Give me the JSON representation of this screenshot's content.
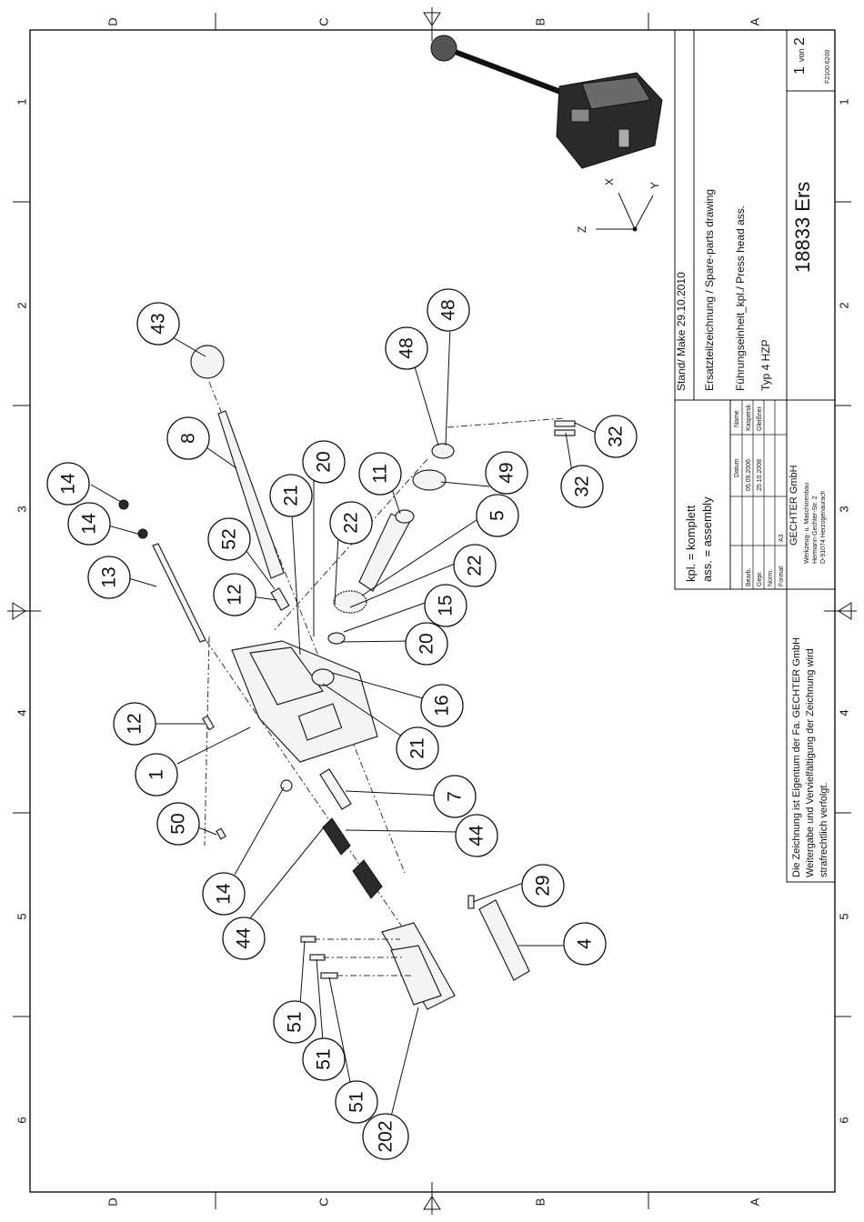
{
  "frame": {
    "zone_letters": [
      "D",
      "C",
      "B",
      "A"
    ],
    "zone_numbers": [
      "1",
      "2",
      "3",
      "4",
      "5",
      "6"
    ]
  },
  "balloons": [
    "43",
    "8",
    "48",
    "48",
    "32",
    "32",
    "49",
    "11",
    "5",
    "22",
    "15",
    "20",
    "16",
    "21",
    "22",
    "20",
    "21",
    "52",
    "12",
    "14",
    "14",
    "13",
    "12",
    "1",
    "50",
    "14",
    "44",
    "7",
    "44",
    "29",
    "4",
    "51",
    "51",
    "51",
    "202"
  ],
  "title_block": {
    "stand_make": "Stand/ Make  29.10.2010",
    "drawing_type": "Ersatzteilzeichnung / Spare-parts drawing",
    "designation": "Führungseinheit_kpl./ Press  head ass.",
    "type": "Typ 4 HZP",
    "drawing_number": "18833 Ers",
    "sheet": "1",
    "sheet_of": "von",
    "sheet_total": "2",
    "form_code": "F2100.6200",
    "legend_line1": "kpl. = komplett",
    "legend_line2": "ass. = assembly",
    "hdr_datum": "Datum",
    "hdr_name": "Name",
    "row1_label": "Bearb.",
    "row1_date": "05.09.2006",
    "row1_name": "Kaspersk",
    "row2_label": "Gepr.",
    "row2_date": "25.10.2008",
    "row2_name": "Gleißner",
    "row3_label": "Norm.",
    "row4_label": "Format",
    "row4_value": "A3",
    "company": "GECHTER GmbH",
    "company_line2": "Werkzeug- u. Maschinenbau",
    "company_line3": "Hermann-Gechter-Str. 2",
    "company_line4": "D-91074 Herzogenaurach",
    "copyright_1": "Die Zeichnung ist Eigentum der Fa. GECHTER GmbH",
    "copyright_2": "Weitergabe und Vervielfältigung der Zeichnung wird",
    "copyright_3": "strafrechtlich verfolgt."
  },
  "axes": {
    "x": "X",
    "y": "Y",
    "z": "Z"
  }
}
